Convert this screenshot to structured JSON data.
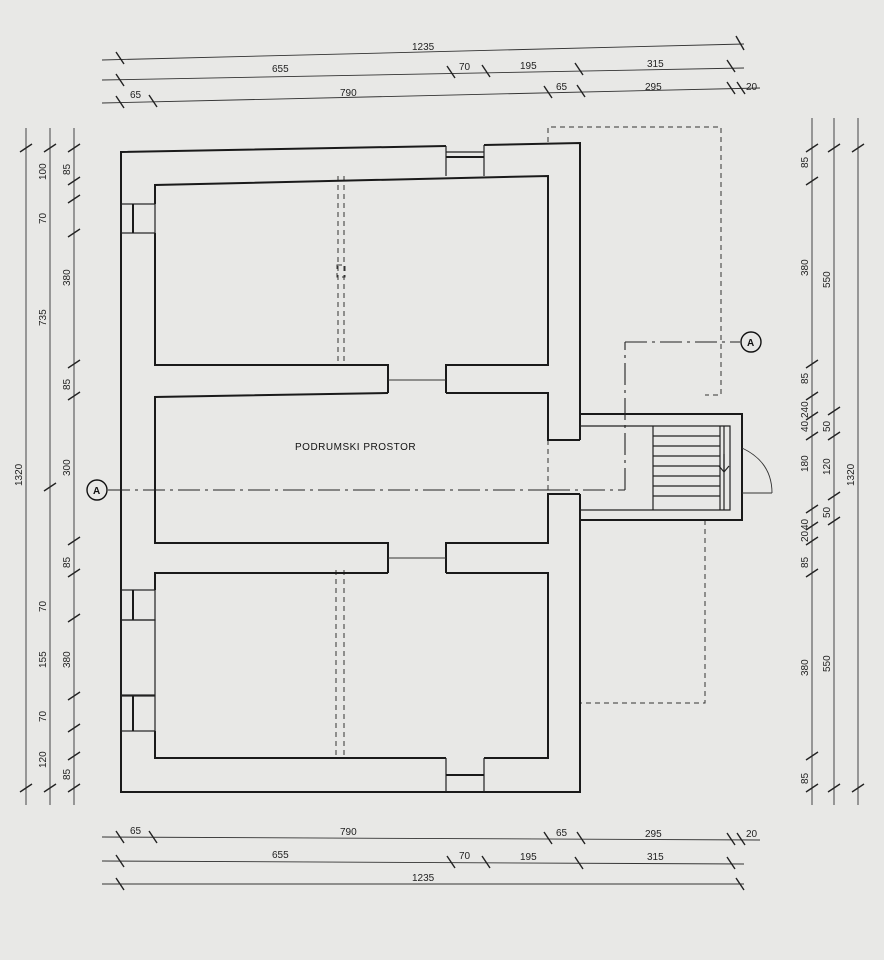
{
  "room_label": "PODRUMSKI PROSTOR",
  "section_marker": "A",
  "top_dims": {
    "row1": [
      "1235"
    ],
    "row2": [
      "655",
      "70",
      "195",
      "315"
    ],
    "row3": [
      "65",
      "790",
      "65",
      "295",
      "20"
    ]
  },
  "bottom_dims": {
    "row1": [
      "65",
      "790",
      "65",
      "295",
      "20"
    ],
    "row2": [
      "655",
      "70",
      "195",
      "315"
    ],
    "row3": [
      "1235"
    ]
  },
  "left_dims": {
    "outer": [
      "1320"
    ],
    "middle": [
      "735"
    ],
    "inner": [
      "85",
      "100",
      "70",
      "380",
      "85",
      "300",
      "85",
      "70",
      "155",
      "380",
      "70",
      "120",
      "85"
    ]
  },
  "right_dims": {
    "inner": [
      "85",
      "380",
      "85",
      "240",
      "40",
      "180",
      "40",
      "20",
      "85",
      "380",
      "85"
    ],
    "middle": [
      "550",
      "50",
      "120",
      "50",
      "550"
    ],
    "outer": [
      "1320"
    ]
  }
}
